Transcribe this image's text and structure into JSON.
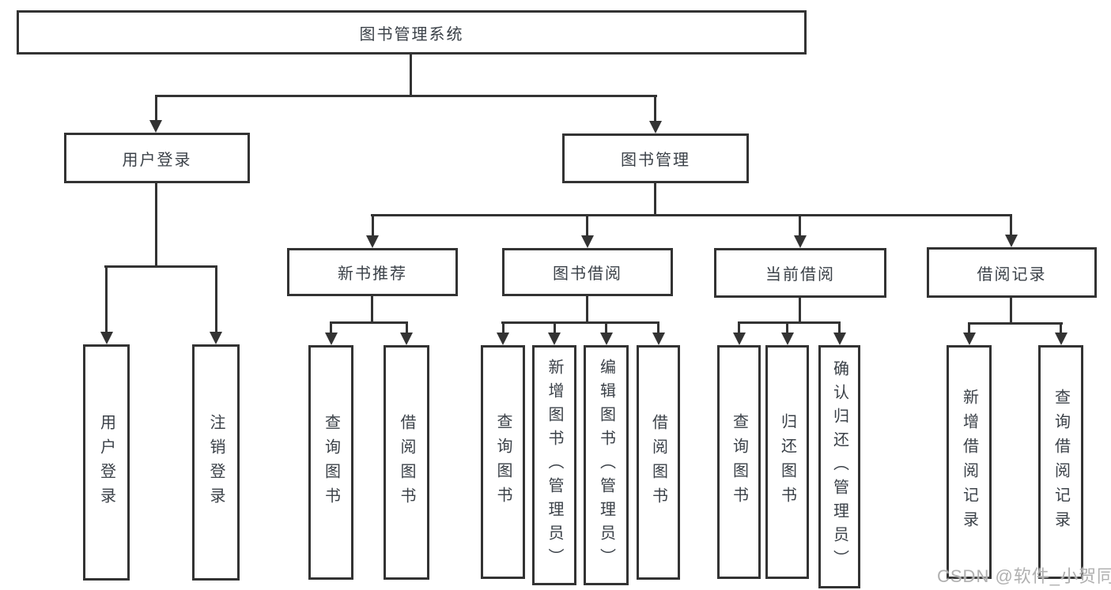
{
  "nodes": {
    "root": "图书管理系统",
    "user_login": "用户登录",
    "book_mgmt": "图书管理",
    "new_book_rec": "新书推荐",
    "book_borrow": "图书借阅",
    "current_borrow": "当前借阅",
    "borrow_record": "借阅记录",
    "leaf_user_login": "用户登录",
    "leaf_logout": "注销登录",
    "leaf_rec_query_books": "查询图书",
    "leaf_rec_borrow_books": "借阅图书",
    "leaf_bb_query_books": "查询图书",
    "leaf_bb_add_books": "新增图书（管理员）",
    "leaf_bb_edit_books": "编辑图书（管理员）",
    "leaf_bb_borrow_books": "借阅图书",
    "leaf_cb_query_books": "查询图书",
    "leaf_cb_return_books": "归还图书",
    "leaf_cb_confirm_return": "确认归还（管理员）",
    "leaf_br_add_record": "新增借阅记录",
    "leaf_br_query_record": "查询借阅记录"
  },
  "watermark": "CSDN @软件_小贺同学",
  "colors": {
    "line": "#333333",
    "text": "#3b4148",
    "node_fill": "#ffffff",
    "background": "#ffffff",
    "watermark": "#b0b0b0"
  }
}
